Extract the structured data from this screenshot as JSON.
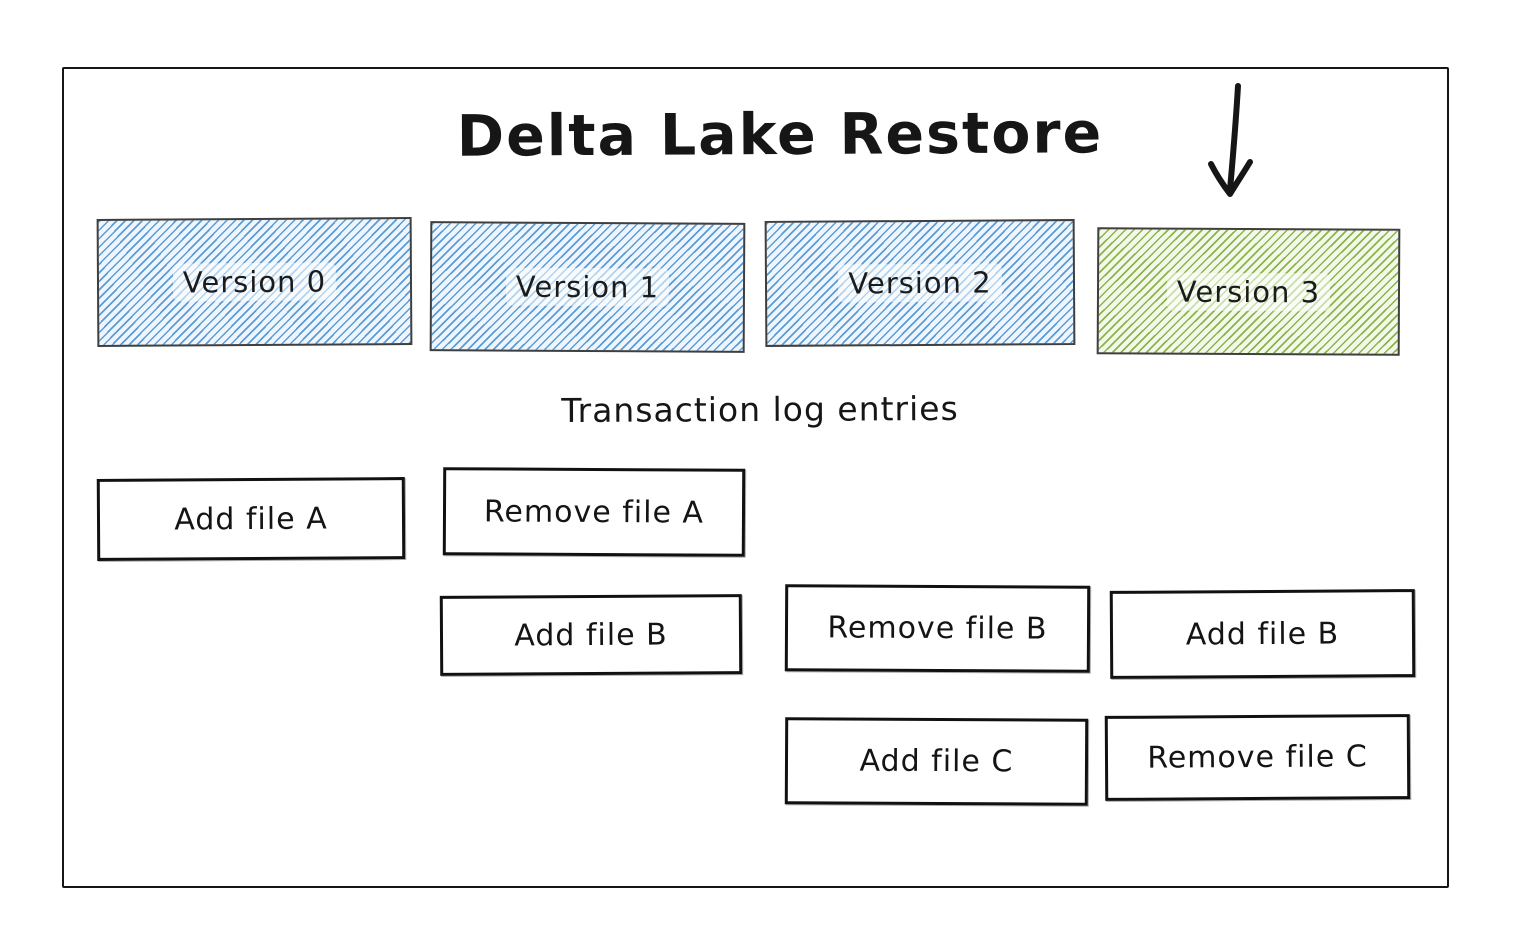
{
  "title": "Delta Lake Restore",
  "log_heading": "Transaction log entries",
  "versions": [
    {
      "label": "Version 0",
      "fill": "blue-hatch"
    },
    {
      "label": "Version 1",
      "fill": "blue-hatch"
    },
    {
      "label": "Version 2",
      "fill": "blue-hatch"
    },
    {
      "label": "Version 3",
      "fill": "green-hatch"
    }
  ],
  "log_entries": [
    {
      "label": "Add file A",
      "column": 0
    },
    {
      "label": "Remove file A",
      "column": 1
    },
    {
      "label": "Add file B",
      "column": 1
    },
    {
      "label": "Remove file B",
      "column": 2
    },
    {
      "label": "Add file B",
      "column": 3
    },
    {
      "label": "Add file C",
      "column": 2
    },
    {
      "label": "Remove file C",
      "column": 3
    }
  ],
  "colors": {
    "blue_hatch": "#5b9cd6",
    "green_hatch": "#8ab54b",
    "stroke": "#161616"
  }
}
